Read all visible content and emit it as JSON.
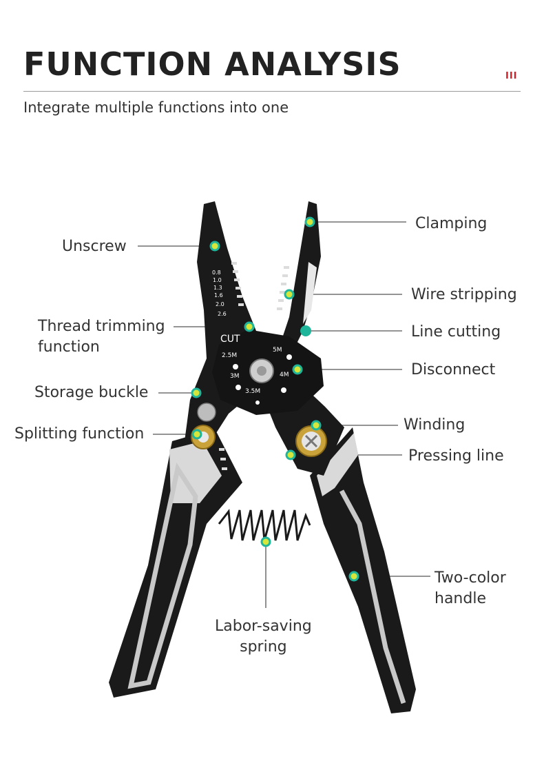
{
  "header": {
    "title": "FUNCTION ANALYSIS",
    "accent_mark": "III",
    "subtitle": "Integrate multiple functions into one"
  },
  "callouts": {
    "clamping": "Clamping",
    "unscrew": "Unscrew",
    "wire_stripping": "Wire stripping",
    "thread_trimming_line1": "Thread trimming",
    "thread_trimming_line2": "function",
    "line_cutting": "Line cutting",
    "disconnect": "Disconnect",
    "storage_buckle": "Storage buckle",
    "winding": "Winding",
    "splitting_function": "Splitting function",
    "pressing_line": "Pressing line",
    "two_color_line1": "Two-color",
    "two_color_line2": "handle",
    "spring_line1": "Labor-saving",
    "spring_line2": "spring"
  },
  "tool_markings": {
    "cut": "CUT",
    "gauges": [
      "0.8",
      "1.0",
      "1.3",
      "1.6",
      "2.0",
      "2.6"
    ],
    "bolt_left": "2.5M",
    "bolt_right": "5M",
    "bolt_m3": "3M",
    "bolt_m4": "4M",
    "bolt_m35": "3.5M"
  },
  "colors": {
    "marker_fill": "#d6e63a",
    "marker_ring": "#1fb59a",
    "steel": "#1a1a1a",
    "grip_stripe": "#c9c9c9",
    "brass": "#c9a23a",
    "accent": "#c8232b"
  }
}
